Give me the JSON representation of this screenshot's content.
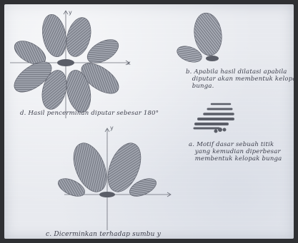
{
  "captions": {
    "d": "d. Hasil pencerminan diputar sebesar 180°",
    "b_line1": "b. Apabila hasil dilatasi apabila",
    "b_line2": "   diputar akan membentuk kelopak",
    "b_line3": "   bunga.",
    "a_line1": "a. Motif dasar sebuah titik",
    "a_line2": "   yang kemudian diperbesar",
    "a_line3": "   membentuk kelopak bunga",
    "c": "c. Dicerminkan terhadap sumbu y"
  },
  "axes": {
    "x": "x",
    "y": "y"
  },
  "colors": {
    "paper": "#e8eaef",
    "pencil": "#4a4c55",
    "ink": "#3b3d4a"
  }
}
